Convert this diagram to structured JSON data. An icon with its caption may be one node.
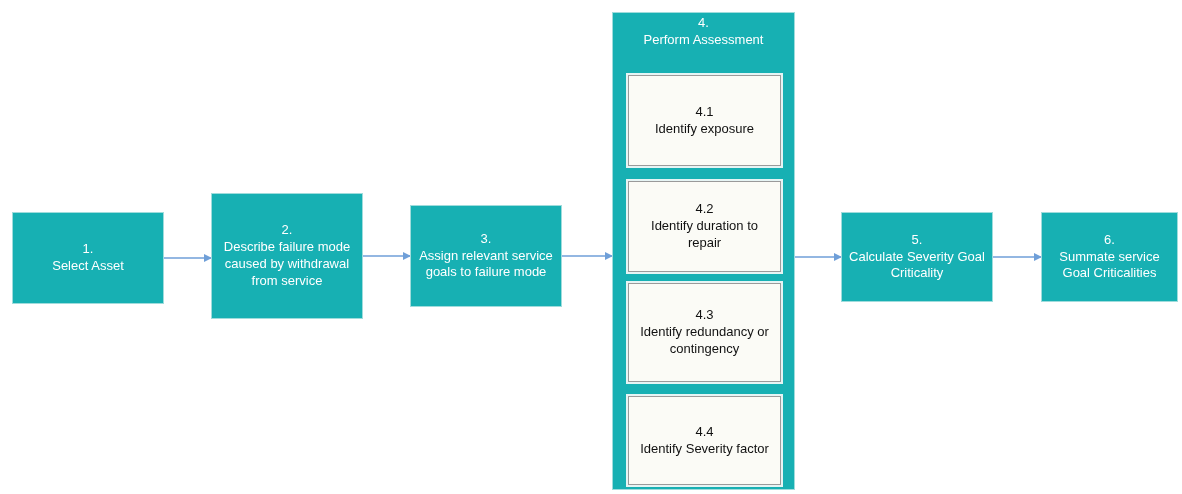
{
  "diagram": {
    "nodes": [
      {
        "text": [
          "1.",
          "Select Asset"
        ]
      },
      {
        "text": [
          "2.",
          "Describe failure mode caused by withdrawal from service"
        ]
      },
      {
        "text": [
          "3.",
          "Assign relevant service goals to failure mode"
        ]
      },
      {
        "text": [
          "4.",
          "Perform Assessment"
        ]
      },
      {
        "text": [
          "4.1",
          "Identify exposure"
        ],
        "in": 3
      },
      {
        "text": [
          "4.2",
          "Identify duration to repair"
        ],
        "in": 3
      },
      {
        "text": [
          "4.3",
          "Identify redundancy or contingency"
        ],
        "in": 3
      },
      {
        "text": [
          "4.4",
          "Identify Severity factor"
        ],
        "in": 3
      },
      {
        "text": [
          "5.",
          "Calculate Severity Goal Criticality"
        ]
      },
      {
        "text": [
          "6.",
          "Summate service Goal Criticalities"
        ]
      }
    ],
    "edges": [
      {
        "from": 0,
        "to": 1,
        "arrow": "to"
      },
      {
        "from": 1,
        "to": 2,
        "arrow": "to"
      },
      {
        "from": 2,
        "to": 3,
        "arrow": "to"
      },
      {
        "from": 3,
        "to": 8,
        "arrow": "to"
      },
      {
        "from": 8,
        "to": 9,
        "arrow": "to"
      }
    ]
  }
}
